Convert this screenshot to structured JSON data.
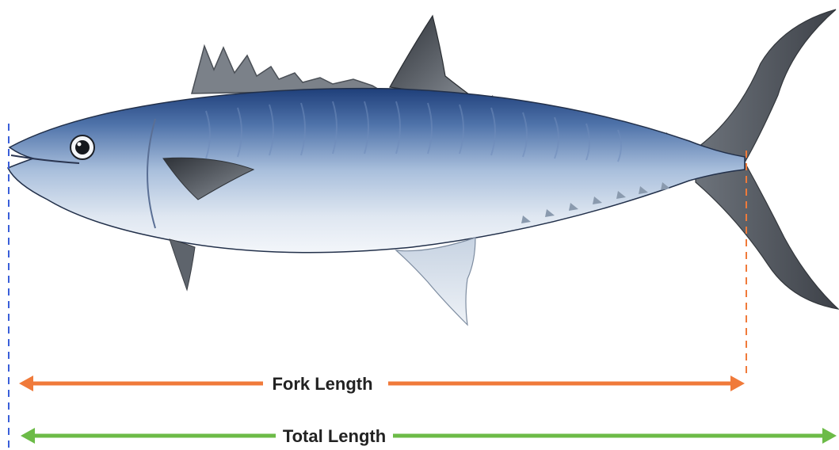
{
  "diagram": {
    "subject_icon": "king-mackerel-illustration",
    "measurements": [
      {
        "id": "fork",
        "label": "Fork Length",
        "color": "#f07a3a"
      },
      {
        "id": "total",
        "label": "Total Length",
        "color": "#6cbb47"
      }
    ],
    "start_marker_color": "#3a5fd9",
    "colors": {
      "back": "#1f3f7a",
      "flank": "#9fb6d6",
      "belly": "#e9eff6",
      "fin": "#4a4f57",
      "tail": "#50555c"
    }
  }
}
